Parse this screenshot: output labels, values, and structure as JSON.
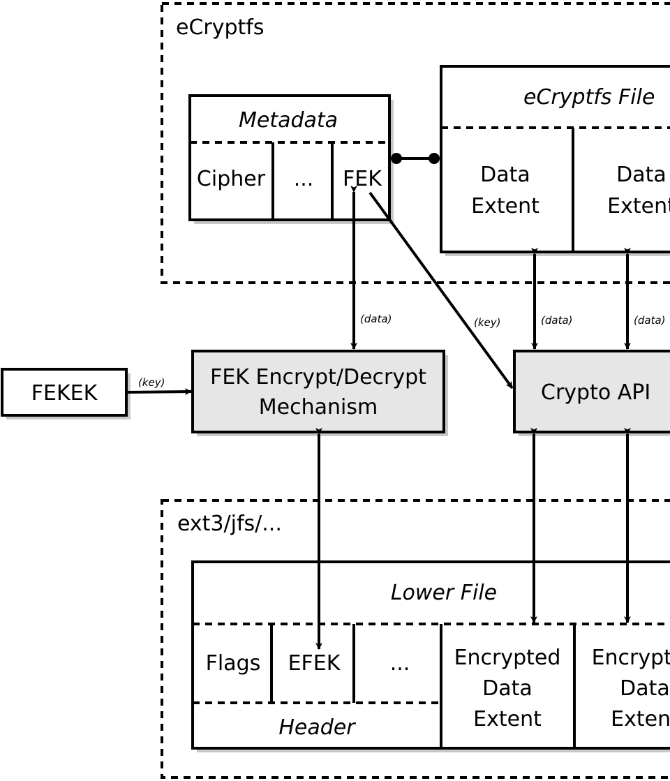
{
  "diagram": {
    "groups": {
      "ecryptfs": {
        "label": "eCryptfs"
      },
      "lower_fs": {
        "label": "ext3/jfs/..."
      }
    },
    "metadata": {
      "title": "Metadata",
      "cells": [
        "Cipher",
        "...",
        "FEK"
      ]
    },
    "ecryptfs_file": {
      "title": "eCryptfs File",
      "cells": [
        {
          "line1": "Data",
          "line2": "Extent"
        },
        {
          "line1": "Data",
          "line2": "Extent"
        }
      ]
    },
    "fekek": {
      "label": "FEKEK"
    },
    "fek_mechanism": {
      "line1": "FEK Encrypt/Decrypt",
      "line2": "Mechanism"
    },
    "crypto_api": {
      "label": "Crypto API"
    },
    "lower_file": {
      "title": "Lower File",
      "header_label": "Header",
      "header_cells": [
        "Flags",
        "EFEK",
        "..."
      ],
      "extents": [
        {
          "line1": "Encrypted",
          "line2": "Data",
          "line3": "Extent"
        },
        {
          "line1": "Encrypted",
          "line2": "Data",
          "line3": "Extent"
        }
      ]
    },
    "edge_labels": {
      "fekek_to_mech": "(key)",
      "fek_to_mech": "(data)",
      "fek_to_crypto": "(key)",
      "extent1_to_crypto": "(data)",
      "extent2_to_crypto": "(data)"
    },
    "colors": {
      "process_fill": "#e6e6e6",
      "stroke": "#000000",
      "shadow": "#bdbdbd"
    }
  }
}
